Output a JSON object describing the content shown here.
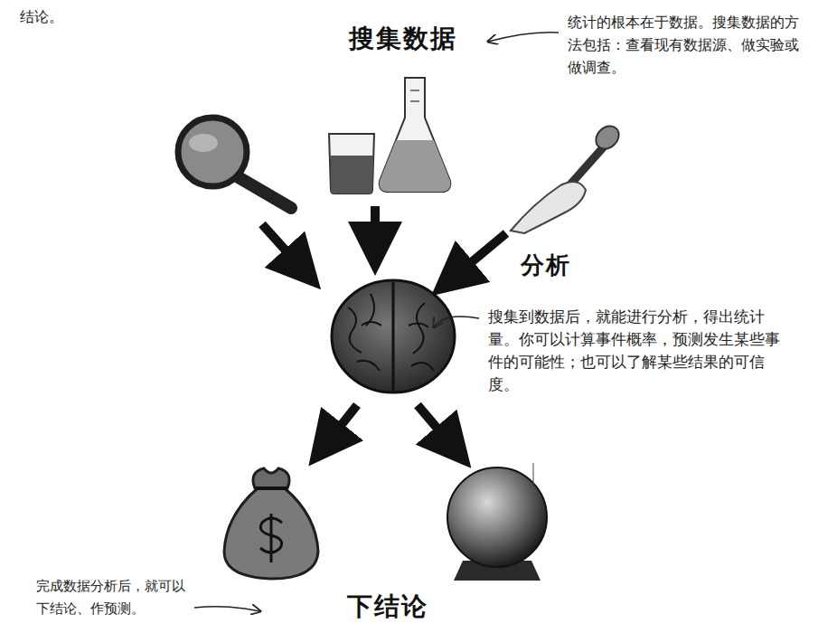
{
  "diagram": {
    "labels": [
      "结论。",
      "搜集数据",
      "统计的根本在于数据。搜集数据的方法包括：查看现有数据源、做实验或做调查。",
      "分析",
      "搜集到数据后，就能进行分析，得出统计量。你可以计算事件概率，预测发生某些事件的可能性；也可以了解某些结果的可信度。",
      "完成数据分析后，就可以下结论、作预测。",
      "下结论"
    ]
  }
}
